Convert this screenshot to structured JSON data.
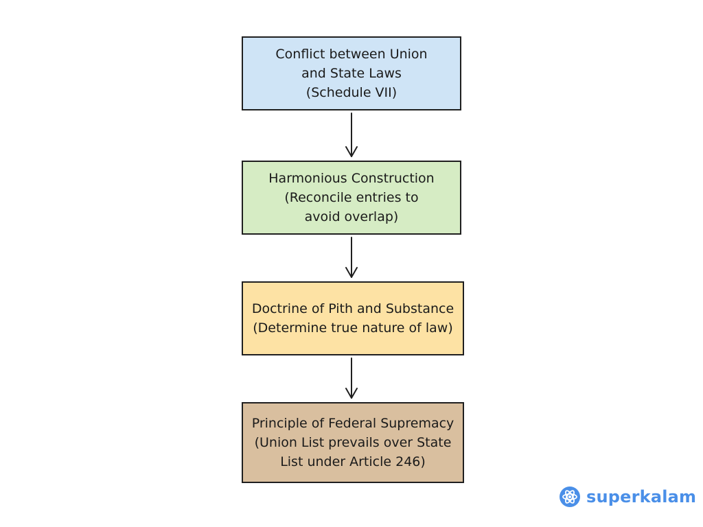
{
  "flowchart": {
    "nodes": [
      {
        "id": "conflict",
        "label": "Conflict between Union\nand State Laws\n(Schedule VII)",
        "color": "#cfe4f6"
      },
      {
        "id": "harmonious",
        "label": "Harmonious Construction\n(Reconcile entries to\navoid overlap)",
        "color": "#d6ecc4"
      },
      {
        "id": "pith",
        "label": "Doctrine of Pith and Substance\n(Determine true nature of law)",
        "color": "#fde2a4"
      },
      {
        "id": "supremacy",
        "label": "Principle of Federal Supremacy\n(Union List prevails over State\nList under Article 246)",
        "color": "#d9bf9f"
      }
    ],
    "edges": [
      {
        "from": "conflict",
        "to": "harmonious"
      },
      {
        "from": "harmonious",
        "to": "pith"
      },
      {
        "from": "pith",
        "to": "supremacy"
      }
    ]
  },
  "brand": {
    "name": "superkalam",
    "color": "#4a8fe8",
    "icon": "atom-logo-icon"
  }
}
